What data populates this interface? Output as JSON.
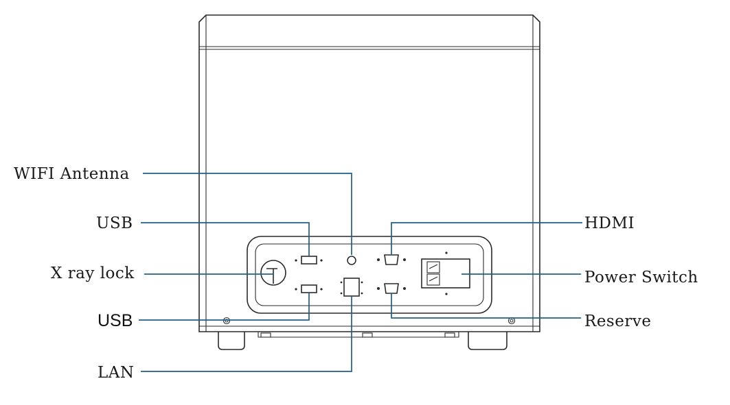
{
  "labels": {
    "wifi_antenna": "WIFI Antenna",
    "usb_top": "USB",
    "x_ray_lock": "X ray lock",
    "usb_bottom": "USB",
    "lan": "LAN",
    "hdmi": "HDMI",
    "power_switch": "Power Switch",
    "reserve": "Reserve"
  },
  "colors": {
    "leader_line": "#1f5f8b",
    "outline": "#2a2a2a"
  }
}
